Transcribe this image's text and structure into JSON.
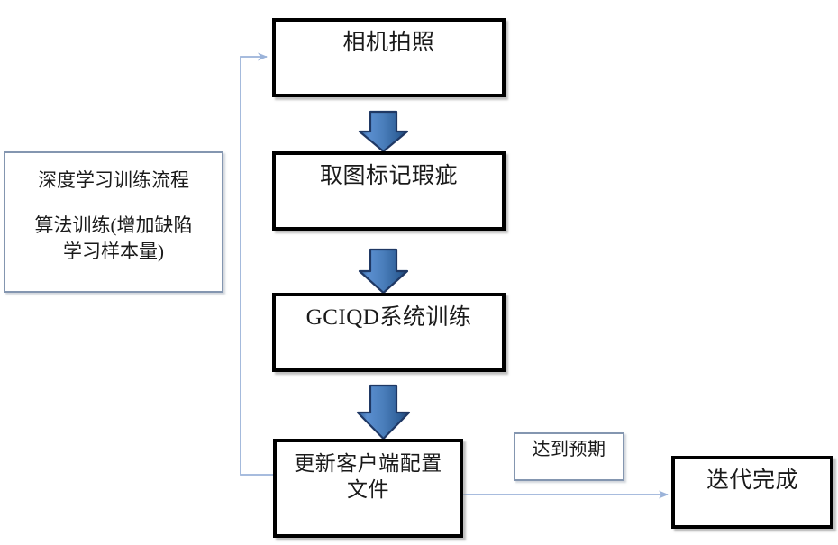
{
  "diagram": {
    "title_note": {
      "name": "deep-learning-training-note",
      "line1": "深度学习训练流程",
      "line2": "算法训练(增加缺陷\n学习样本量)",
      "border_color": "#8496b0"
    },
    "nodes": [
      {
        "id": "camera",
        "label": "相机拍照",
        "style": "heavy"
      },
      {
        "id": "mark",
        "label": "取图标记瑕疵",
        "style": "heavy"
      },
      {
        "id": "train",
        "label": "GCIQD系统训练",
        "style": "heavy"
      },
      {
        "id": "update",
        "label": "更新客户端配置\n文件",
        "style": "heavy"
      },
      {
        "id": "expect",
        "label": "达到预期",
        "style": "light"
      },
      {
        "id": "done",
        "label": "迭代完成",
        "style": "heavy"
      }
    ],
    "connectors": [
      {
        "id": "arrow-camera-to-mark",
        "kind": "block-arrow-down"
      },
      {
        "id": "arrow-mark-to-train",
        "kind": "block-arrow-down"
      },
      {
        "id": "arrow-train-to-update",
        "kind": "block-arrow-down"
      },
      {
        "id": "arrow-update-to-done",
        "kind": "line-arrow-right"
      },
      {
        "id": "arrow-update-to-camera",
        "kind": "feedback-elbow-up"
      }
    ],
    "colors": {
      "box_border": "#000000",
      "note_border": "#8496b0",
      "arrow_fill": "#4a7ebb",
      "arrow_stroke": "#1f3864",
      "line": "#8faadc",
      "text": "#1a1a1a",
      "background": "#ffffff"
    }
  }
}
